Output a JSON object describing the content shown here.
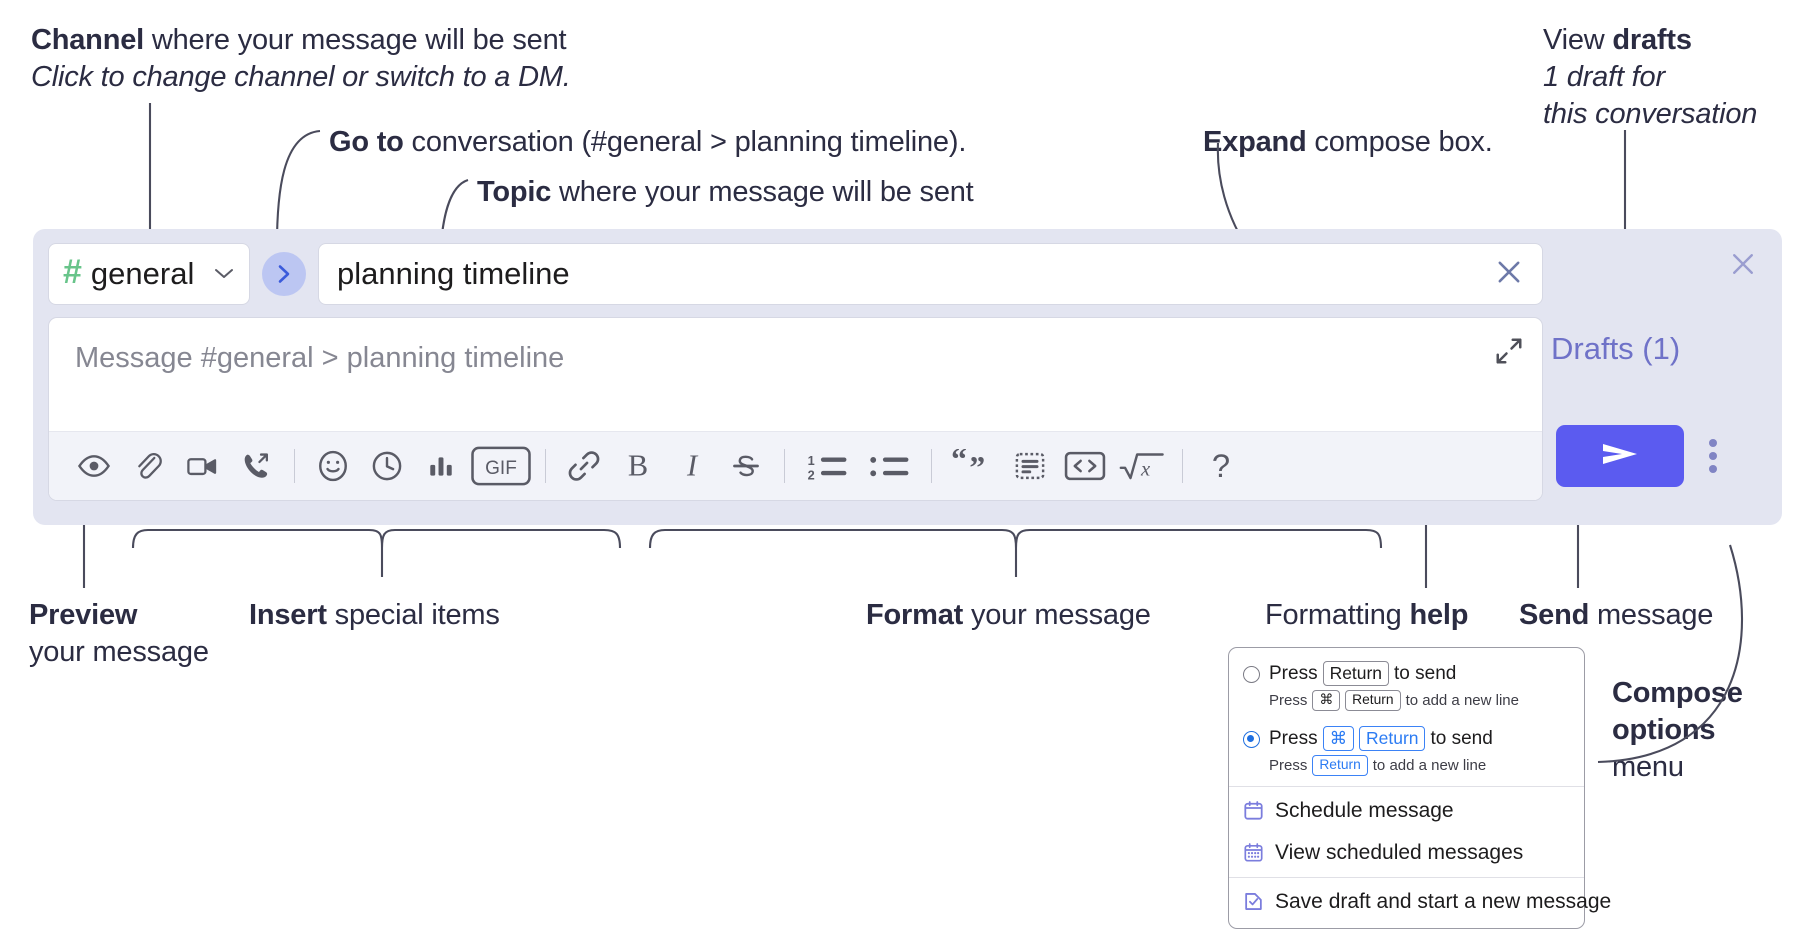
{
  "annotations": {
    "channel": {
      "bold": "Channel",
      "rest": " where your message will be sent",
      "italic": "Click to change channel or switch to a DM."
    },
    "goto": {
      "bold": "Go to",
      "rest": " conversation (#general > planning timeline)."
    },
    "topic": {
      "bold": "Topic",
      "rest": " where your message will be sent"
    },
    "expand": {
      "bold": "Expand",
      "rest": " compose box."
    },
    "drafts": {
      "pre": "View ",
      "bold": "drafts",
      "italic1": "1 draft for",
      "italic2": "this conversation"
    },
    "preview": {
      "bold": "Preview",
      "rest": "your message"
    },
    "insert": {
      "bold": "Insert",
      "rest": " special items"
    },
    "format": {
      "bold": "Format",
      "rest": " your message"
    },
    "help": {
      "pre": "Formatting ",
      "bold": "help"
    },
    "send": {
      "bold": "Send",
      "rest": " message"
    },
    "compose_options": {
      "bold1": "Compose",
      "bold2": "options",
      "rest": "menu"
    }
  },
  "composer": {
    "channel": {
      "hash": "#",
      "name": "general",
      "chevron": "⌄"
    },
    "goto_icon": "chevron-right-icon",
    "topic": {
      "value": "planning timeline",
      "clear_icon": "close-icon"
    },
    "message": {
      "placeholder": "Message #general > planning timeline",
      "expand_icon": "expand-icon"
    },
    "toolbar": [
      {
        "name": "preview-icon",
        "label": "Preview"
      },
      {
        "name": "attachment-icon",
        "label": "Attach file"
      },
      {
        "name": "video-icon",
        "label": "Video clip"
      },
      {
        "name": "audio-call-icon",
        "label": "Audio clip"
      },
      {
        "name": "separator",
        "label": ""
      },
      {
        "name": "emoji-icon",
        "label": "Emoji"
      },
      {
        "name": "clock-icon",
        "label": "Reminder"
      },
      {
        "name": "poll-icon",
        "label": "Poll"
      },
      {
        "name": "gif-icon",
        "label": "GIF"
      },
      {
        "name": "separator",
        "label": ""
      },
      {
        "name": "link-icon",
        "label": "Link"
      },
      {
        "name": "bold-icon",
        "label": "B"
      },
      {
        "name": "italic-icon",
        "label": "I"
      },
      {
        "name": "strikethrough-icon",
        "label": "S"
      },
      {
        "name": "separator",
        "label": ""
      },
      {
        "name": "ordered-list-icon",
        "label": "Ordered list"
      },
      {
        "name": "bullet-list-icon",
        "label": "Bulleted list"
      },
      {
        "name": "separator",
        "label": ""
      },
      {
        "name": "blockquote-icon",
        "label": "Blockquote"
      },
      {
        "name": "code-block-icon",
        "label": "Code block"
      },
      {
        "name": "code-icon",
        "label": "Code"
      },
      {
        "name": "math-icon",
        "label": "Math"
      },
      {
        "name": "separator",
        "label": ""
      },
      {
        "name": "help-icon",
        "label": "?"
      }
    ],
    "send_label": "➤",
    "kebab_icon": "more-options-icon",
    "drafts_label": "Drafts (1)",
    "panel_close_icon": "close-icon"
  },
  "popup": {
    "option_1": {
      "main_pre": "Press",
      "main_key": "Return",
      "main_post": "to send",
      "sub_pre": "Press",
      "sub_key1": "⌘",
      "sub_key2": "Return",
      "sub_post": "to add a new line",
      "selected": false
    },
    "option_2": {
      "main_pre": "Press",
      "main_key1": "⌘",
      "main_key2": "Return",
      "main_post": "to send",
      "sub_pre": "Press",
      "sub_key": "Return",
      "sub_post": "to add a new line",
      "selected": true
    },
    "items": [
      {
        "icon": "calendar-schedule-icon",
        "label": "Schedule message"
      },
      {
        "icon": "calendar-list-icon",
        "label": "View scheduled messages"
      },
      {
        "icon": "save-draft-icon",
        "label": "Save draft and start a new message"
      }
    ]
  },
  "colors": {
    "panel_bg": "#e3e5f1",
    "accent": "#5b5bf0",
    "hash_green": "#68c48a",
    "drafts_purple": "#6f72c8",
    "goto_bg": "#bcc6f2",
    "text": "#2b2c42",
    "key_blue": "#2b7bf3"
  }
}
